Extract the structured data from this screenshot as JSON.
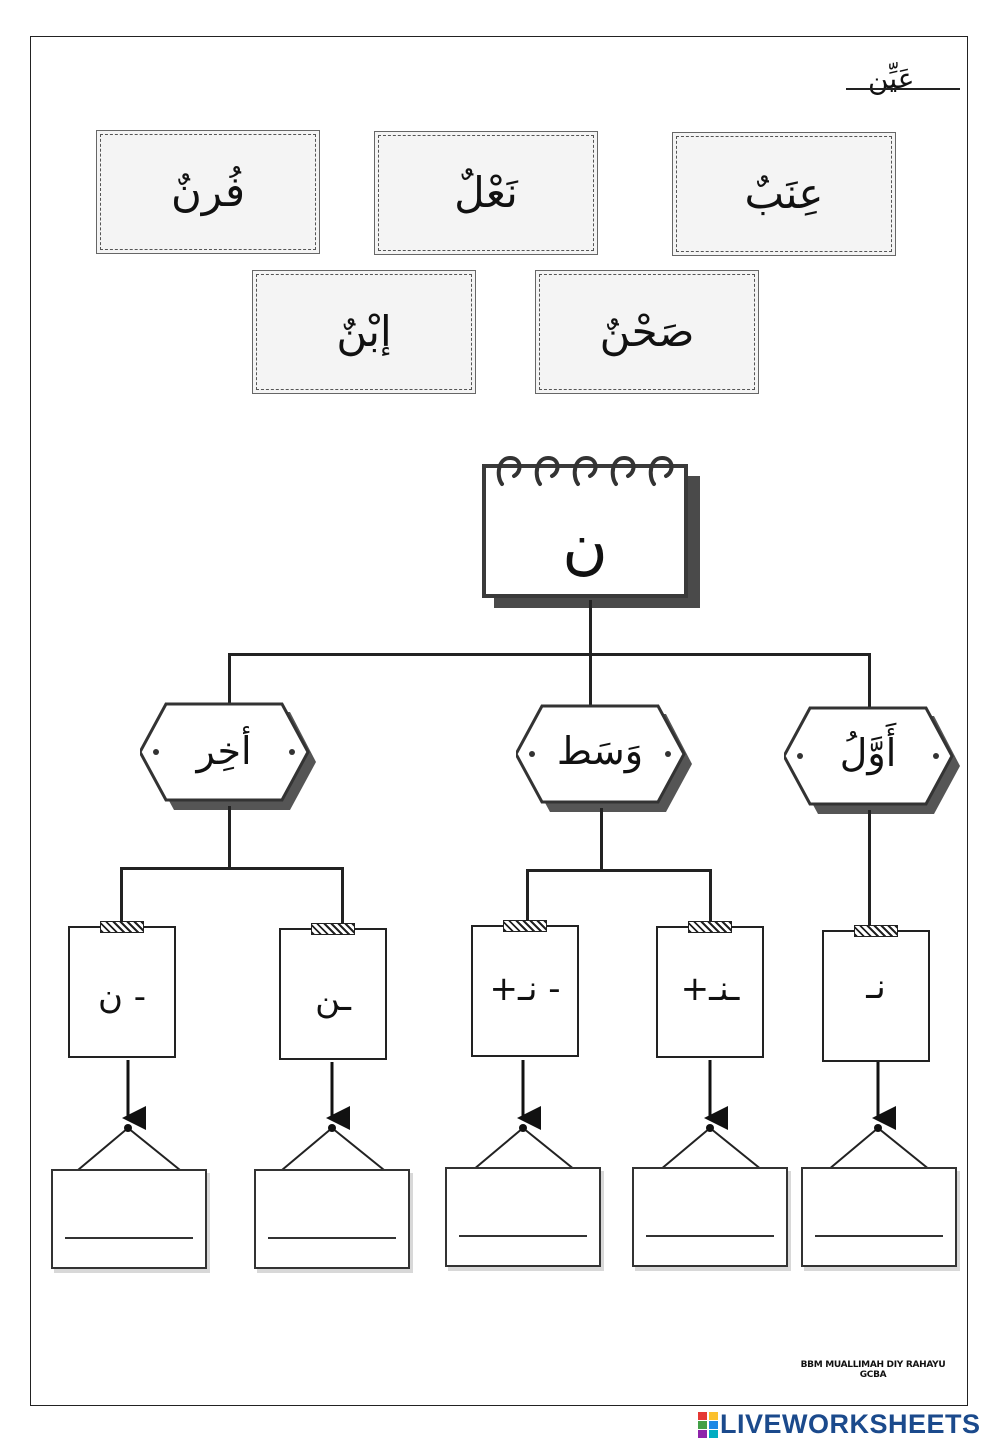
{
  "header": {
    "title": "عَيِّن"
  },
  "words": [
    "عِنَبٌ",
    "نَعْلٌ",
    "فُرنٌ",
    "صَحْنٌ",
    "إبْنٌ"
  ],
  "letter": "ن",
  "positions": {
    "first": "أَوَّلُ",
    "middle": "وَسَط",
    "last": "أخِر"
  },
  "forms": {
    "initial": "نـ",
    "medial_connected": "ـنـ+",
    "medial_separate": "- نـ+",
    "final_connected": "ـن",
    "final_separate": "- ن"
  },
  "credit": "BBM MUALLIMAH DIY RAHAYU GCBA",
  "brand": {
    "name": "LIVEWORKSHEETS"
  },
  "colors": {
    "brand": "#1b4a8c",
    "ink": "#222222"
  }
}
